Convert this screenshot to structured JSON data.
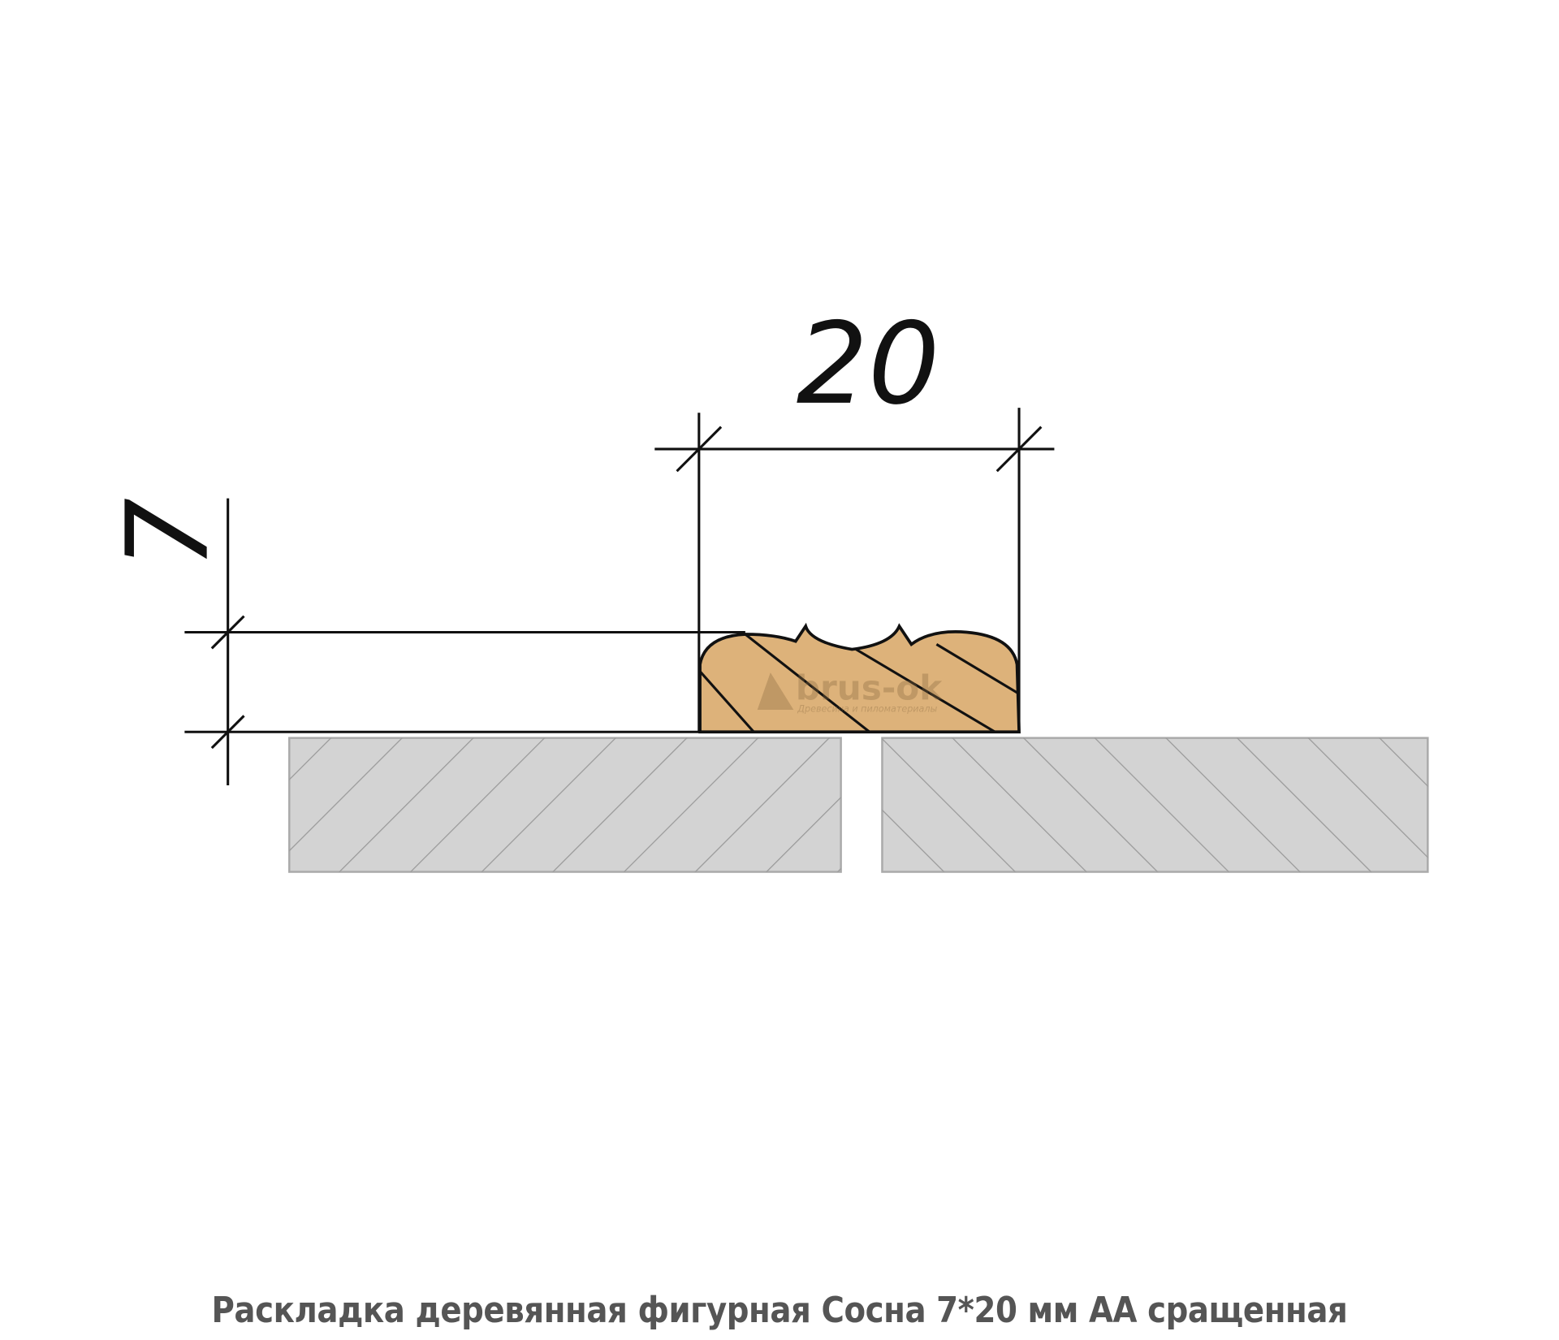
{
  "drawing": {
    "width_dimension": "20",
    "height_dimension": "7",
    "watermark": {
      "brand": "brus-ok",
      "tagline": "Древесина и пиломатериалы"
    },
    "colors": {
      "wood": "#ddb27a",
      "board": "#d3d3d3",
      "line": "#111111",
      "caption": "#555555"
    }
  },
  "caption": "Раскладка деревянная фигурная Сосна 7*20 мм АА сращенная"
}
